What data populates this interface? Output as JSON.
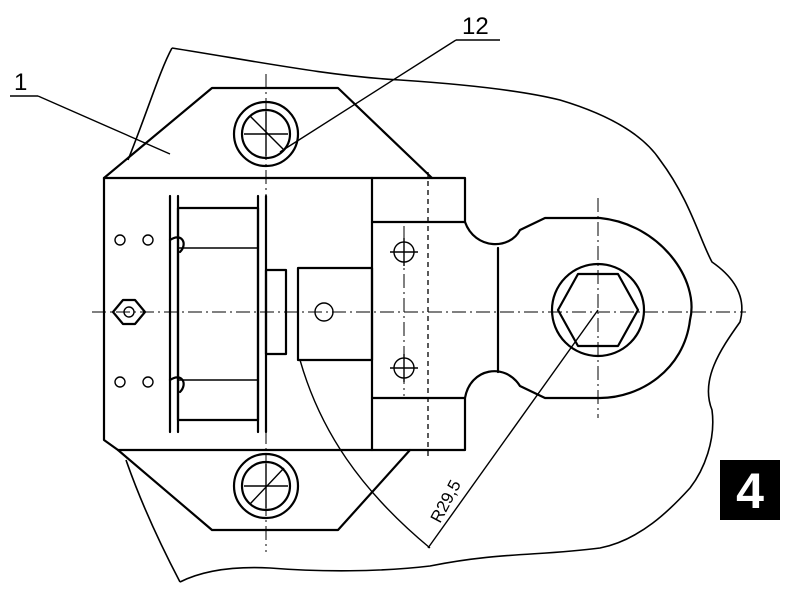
{
  "labels": {
    "part_1": "1",
    "part_12": "12",
    "radius": "R29,5",
    "figure_number": "4"
  }
}
